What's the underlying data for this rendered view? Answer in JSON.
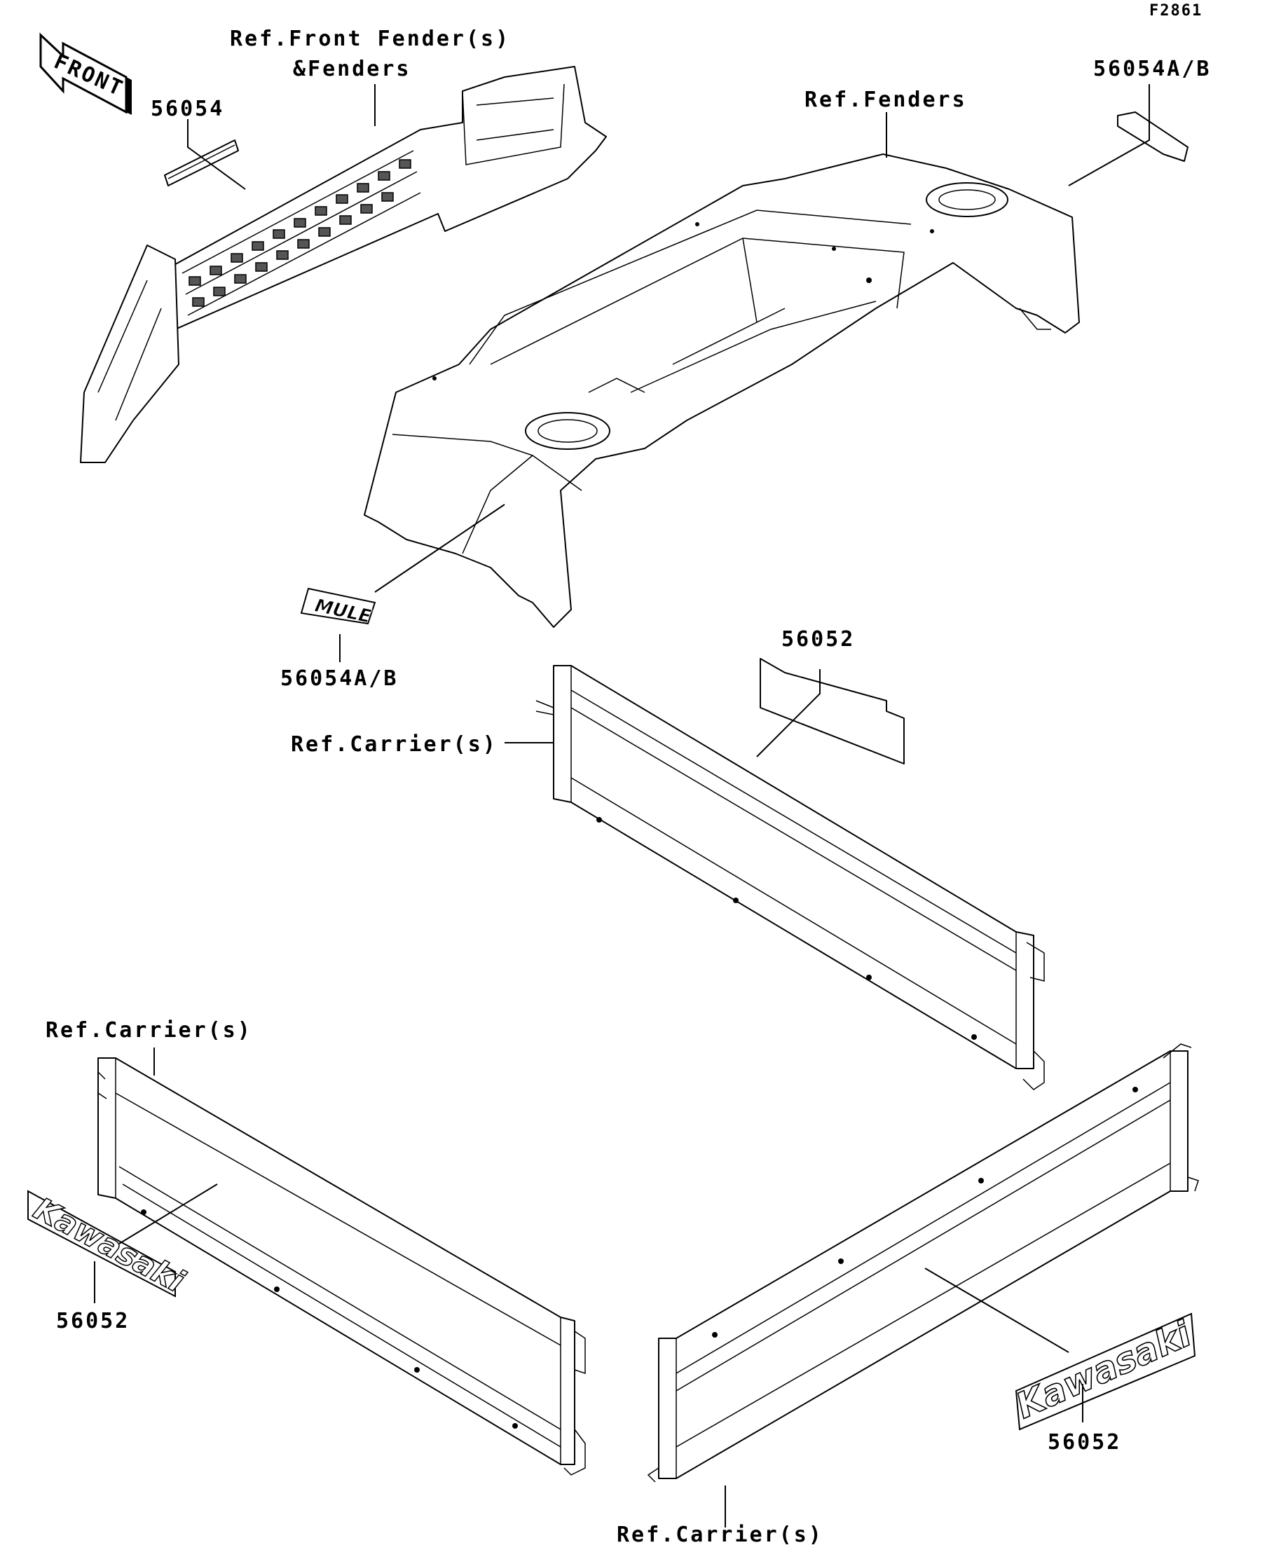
{
  "diagram_code": "F2861",
  "front_arrow": {
    "label": "FRONT",
    "icon": "front-arrow-icon"
  },
  "labels": {
    "ref_front_fender_line1": "Ref.Front Fender(s)",
    "ref_front_fender_line2": "&Fenders",
    "part_56054": "56054",
    "ref_fenders": "Ref.Fenders",
    "part_56054ab_top": "56054A/B",
    "part_56054ab_bottom": "56054A/B",
    "part_56052_mid": "56052",
    "ref_carrier_mid": "Ref.Carrier(s)",
    "ref_carrier_left": "Ref.Carrier(s)",
    "part_56052_left": "56052",
    "part_56052_right": "56052",
    "ref_carrier_bottom": "Ref.Carrier(s)"
  },
  "decals": {
    "mule": "MULE",
    "kawasaki_left": "Kawasaki",
    "kawasaki_right": "Kawasaki"
  }
}
